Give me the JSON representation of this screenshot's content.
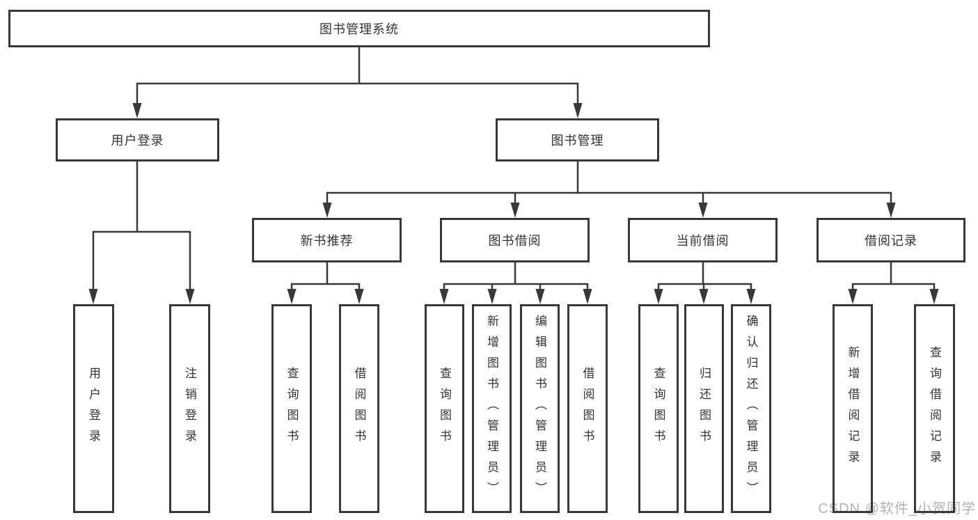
{
  "watermark": {
    "text": "CSDN @软件_小贺同学"
  },
  "colors": {
    "line": "#383838",
    "text": "#333333",
    "watermark": "#b3b3b3"
  },
  "tree": {
    "root": {
      "label": "图书管理系统"
    },
    "branches": [
      {
        "label": "用户登录",
        "children": [
          {
            "label": "用户登录"
          },
          {
            "label": "注销登录"
          }
        ]
      },
      {
        "label": "图书管理",
        "sections": [
          {
            "label": "新书推荐",
            "children": [
              {
                "label": "查询图书"
              },
              {
                "label": "借阅图书"
              }
            ]
          },
          {
            "label": "图书借阅",
            "children": [
              {
                "label": "查询图书"
              },
              {
                "label": "新增图书（管理员）"
              },
              {
                "label": "编辑图书（管理员）"
              },
              {
                "label": "借阅图书"
              }
            ]
          },
          {
            "label": "当前借阅",
            "children": [
              {
                "label": "查询图书"
              },
              {
                "label": "归还图书"
              },
              {
                "label": "确认归还（管理员）"
              }
            ]
          },
          {
            "label": "借阅记录",
            "children": [
              {
                "label": "新增借阅记录"
              },
              {
                "label": "查询借阅记录"
              }
            ]
          }
        ]
      }
    ]
  }
}
